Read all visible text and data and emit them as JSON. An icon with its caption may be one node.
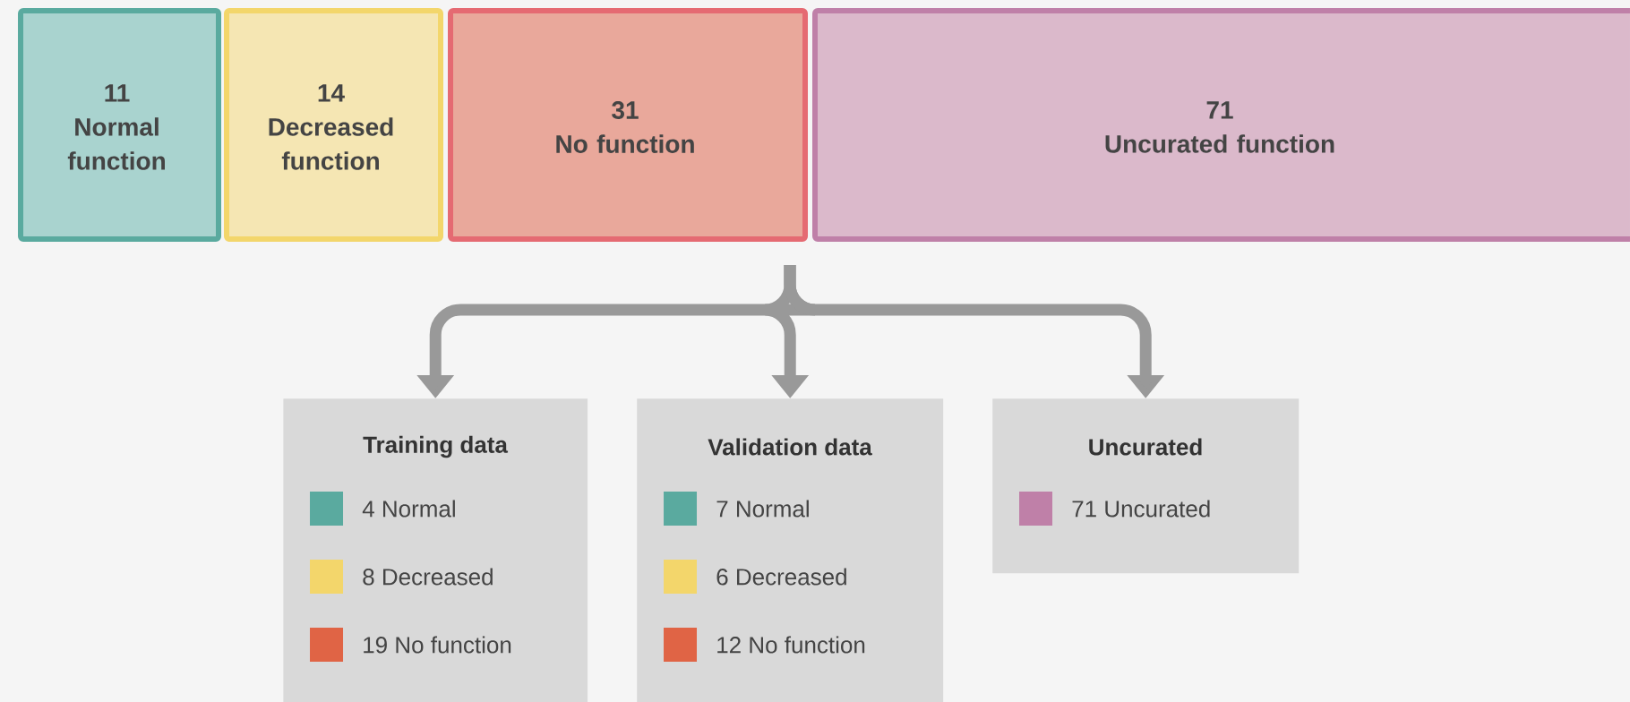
{
  "diagram": {
    "nodes": [
      {
        "text": [
          "11",
          "Normal function"
        ]
      },
      {
        "text": [
          "14",
          "Decreased function"
        ]
      },
      {
        "text": [
          "31",
          "No function"
        ]
      },
      {
        "text": [
          "71",
          "Uncurated function"
        ]
      },
      {
        "text": [
          "Training data",
          "4 Normal",
          "8 Decreased",
          "19 No function"
        ]
      },
      {
        "text": [
          "Validation data",
          "7 Normal",
          "6 Decreased",
          "12 No function"
        ]
      },
      {
        "text": [
          "Uncurated",
          "71 Uncurated"
        ]
      }
    ],
    "edges": [
      {
        "from": null,
        "to": 4,
        "arrow": "to"
      },
      {
        "from": null,
        "to": 5,
        "arrow": "to"
      },
      {
        "from": null,
        "to": 6,
        "arrow": "to"
      }
    ]
  }
}
